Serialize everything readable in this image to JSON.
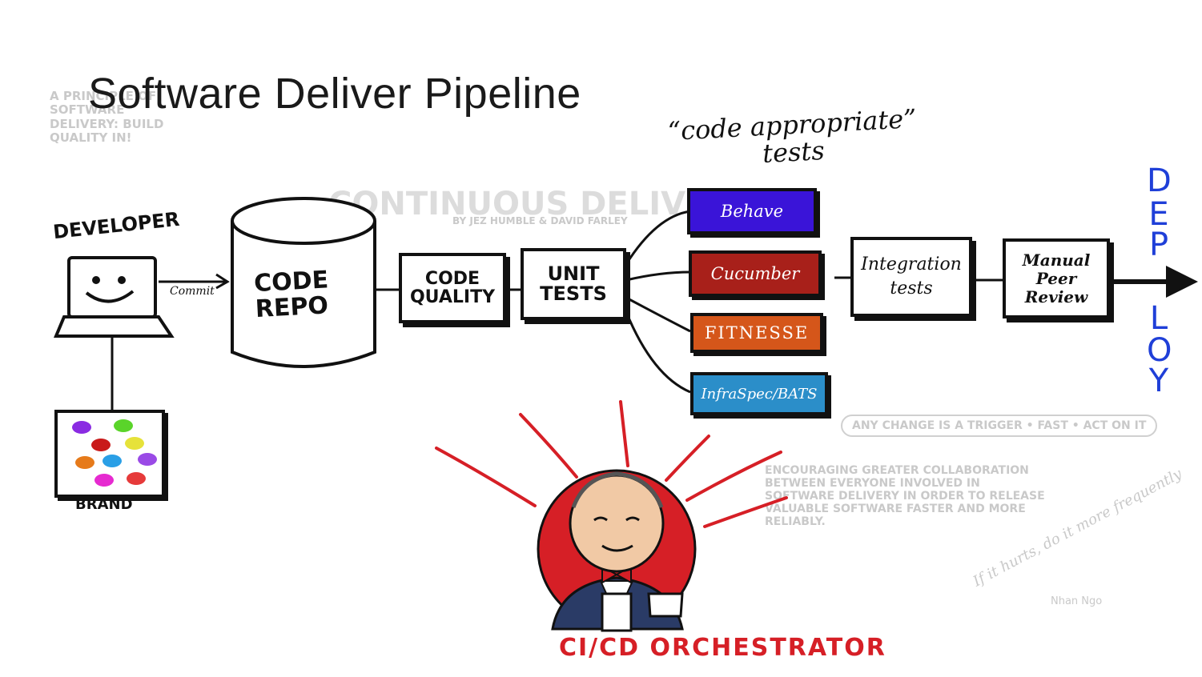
{
  "slide": {
    "title": "Software Deliver Pipeline"
  },
  "diagram": {
    "developer_label": "DEVELOPER",
    "commit_label": "Commit",
    "brand_label": "BRAND",
    "code_repo_label": "CODE REPO",
    "code_quality_label": "CODE QUALITY",
    "unit_tests_label": "UNIT TESTS",
    "tests_note": "“code appropriate” tests",
    "tools": [
      {
        "label": "Behave",
        "color": "#3a14d8"
      },
      {
        "label": "Cucumber",
        "color": "#a8201a"
      },
      {
        "label": "FITNESSE",
        "color": "#d5561a"
      },
      {
        "label": "InfraSpec/BATS",
        "color": "#2b8ec9"
      }
    ],
    "integration_tests_label": "Integration tests",
    "peer_review_label": "Manual Peer Review",
    "deploy_letters": [
      "D",
      "E",
      "P",
      "L",
      "O",
      "Y"
    ],
    "orchestrator_label": "CI/CD ORCHESTRATOR",
    "brand_dot_colors": [
      "#8a2be2",
      "#5ad42a",
      "#c91a1a",
      "#e6e23a",
      "#e67a1a",
      "#2a9fe6",
      "#9a4ae6",
      "#e62ad0",
      "#e63a3a"
    ],
    "accent_red": "#d61f26",
    "deploy_color": "#1f3fd8"
  },
  "background": {
    "lines": [
      "A PRINCIPLE OF SOFTWARE DELIVERY: BUILD QUALITY IN!",
      "CONTINUOUS DELIVERY",
      "BY JEZ HUMBLE & DAVID FARLEY",
      "ANY CHANGE IS A TRIGGER • FAST • ACT ON IT",
      "ENCOURAGING GREATER COLLABORATION BETWEEN EVERYONE INVOLVED IN SOFTWARE DELIVERY IN ORDER TO RELEASE VALUABLE SOFTWARE FASTER AND MORE RELIABLY.",
      "If it hurts, do it more frequently",
      "Nhan Ngo"
    ]
  }
}
